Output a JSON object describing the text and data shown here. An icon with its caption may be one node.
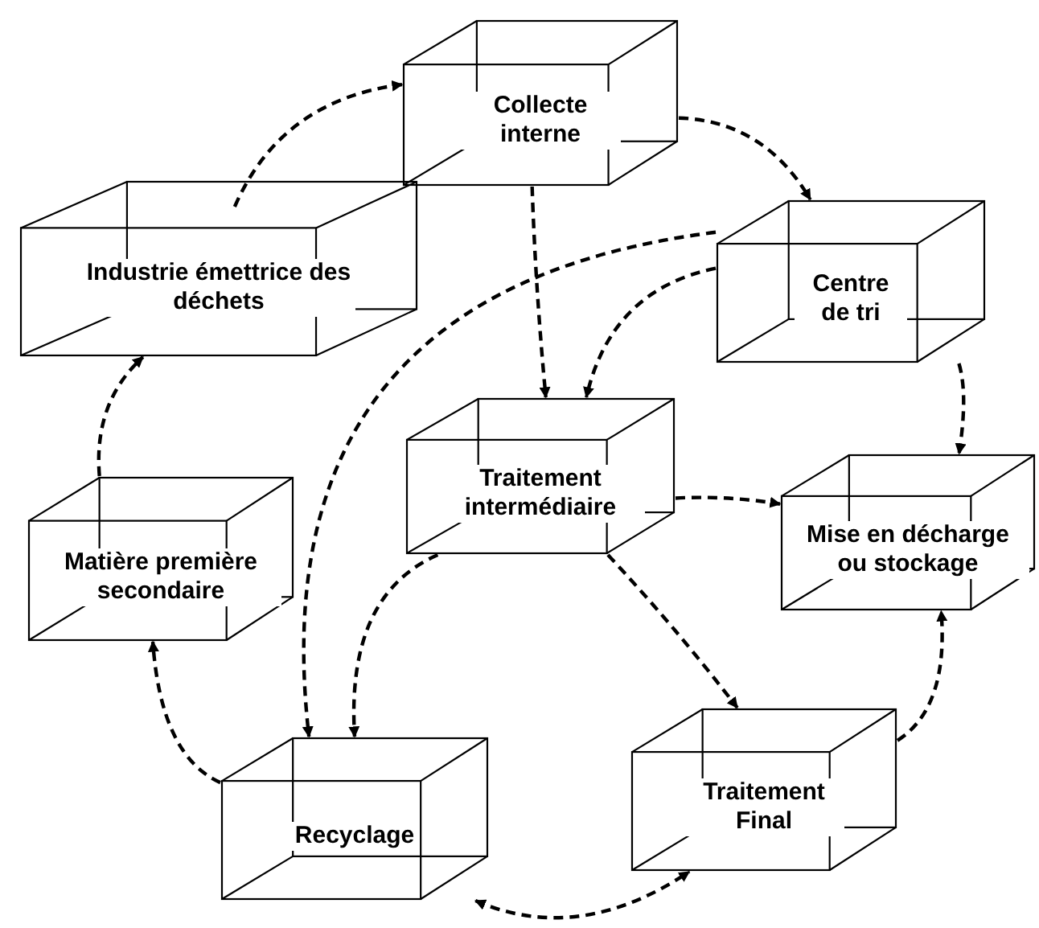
{
  "diagram": {
    "nodes": [
      {
        "text": [
          "Collecte interne"
        ]
      },
      {
        "text": [
          "Industrie émettrice des déchets"
        ]
      },
      {
        "text": [
          "Centre de tri"
        ]
      },
      {
        "text": [
          "Traitement intermédiaire"
        ]
      },
      {
        "text": [
          "Mise en décharge ou stockage"
        ]
      },
      {
        "text": [
          "Matière première secondaire"
        ]
      },
      {
        "text": [
          "Recyclage"
        ]
      },
      {
        "text": [
          "Traitement Final"
        ]
      }
    ],
    "edges": [
      {
        "from": 1,
        "to": 0,
        "arrow": "to",
        "style": "dashed"
      },
      {
        "from": 0,
        "to": 2,
        "arrow": "to",
        "style": "dashed"
      },
      {
        "from": 0,
        "to": 3,
        "arrow": "to",
        "style": "dashed"
      },
      {
        "from": 2,
        "to": 3,
        "arrow": "to",
        "style": "dashed"
      },
      {
        "from": 2,
        "to": 6,
        "arrow": "to",
        "style": "dashed"
      },
      {
        "from": 2,
        "to": 4,
        "arrow": "to",
        "style": "dashed"
      },
      {
        "from": 3,
        "to": 4,
        "arrow": "to",
        "style": "dashed"
      },
      {
        "from": 3,
        "to": 6,
        "arrow": "to",
        "style": "dashed"
      },
      {
        "from": 3,
        "to": 7,
        "arrow": "to",
        "style": "dashed"
      },
      {
        "from": 7,
        "to": 4,
        "arrow": "to",
        "style": "dashed"
      },
      {
        "from": 6,
        "to": 7,
        "arrow": "both",
        "style": "dashed"
      },
      {
        "from": 6,
        "to": 5,
        "arrow": "to",
        "style": "dashed"
      },
      {
        "from": 5,
        "to": 1,
        "arrow": "to",
        "style": "dashed"
      }
    ]
  }
}
